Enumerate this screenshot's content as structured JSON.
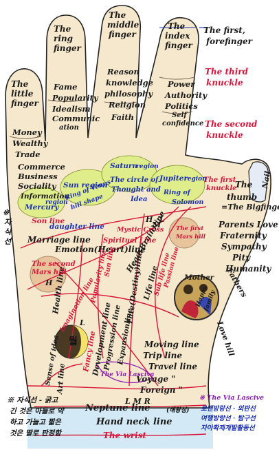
{
  "fingers": {
    "little": [
      "The",
      "little",
      "finger"
    ],
    "ring": [
      "The",
      "ring",
      "finger"
    ],
    "middle": [
      "The",
      "middle",
      "finger"
    ],
    "index": [
      "The",
      "index",
      "finger"
    ],
    "thumb": [
      "The",
      "thumb",
      "=The Bigfinger"
    ]
  },
  "finger_meanings": {
    "ring_top": [
      "Fame",
      "Popularity",
      "Idealism",
      "Communic",
      "ation"
    ],
    "middle_top": [
      "Reason",
      "knowledge",
      "philosophy",
      "Religion",
      "Faith"
    ],
    "index_top": [
      "Power",
      "Authority",
      "Politics",
      "Self",
      "confidence"
    ],
    "little_mid": [
      "Money",
      "Wealthy",
      "Trade"
    ],
    "little_base": [
      "Commerce",
      "Business",
      "Sociality",
      "Information"
    ]
  },
  "side_labels": {
    "first_forefinger": [
      "The first,",
      "forefinger"
    ],
    "third_knuckle": [
      "The third",
      "knuckle"
    ],
    "second_knuckle": [
      "The second",
      "knuckle"
    ],
    "first_knuckle": [
      "The first",
      "knuckle"
    ],
    "nail": "Nail"
  },
  "thumb_traits": [
    "Parents Love",
    "Fraternity",
    "Sympathy",
    "Pity",
    "Humanity"
  ],
  "regions": {
    "mercury": "Mercury",
    "sun": "Sun region",
    "saturn": "Saturn",
    "jupiter": "Jupiter",
    "region": "region",
    "ring_of_venus": [
      "Ring of Venus",
      "hill shape"
    ],
    "circle_thought": [
      "The circle of",
      "Thought and",
      "Idea"
    ],
    "ring_of_solomon": [
      "Ring of",
      "Solomon"
    ],
    "mercury_region_word": "region"
  },
  "lines": {
    "son": "Son line",
    "daughter": "daughter line",
    "marriage": "Marriage line",
    "emotion": "Emotion(Heart)line",
    "mystic": "Mystic Cross",
    "spiritual": "Spiritual Line",
    "sun": "Sun line",
    "head": "Head(Brain)line",
    "fate": "Fate(Destiny)line",
    "life": "Life line",
    "sub_life": "Sub life line",
    "passion": "Passion line",
    "popularity": "Popularity line",
    "health": "Health line",
    "imagination": "Imagination line",
    "fancy": "Fancy line",
    "development": "Development line",
    "progression": "Progression line",
    "expansion": "Expansionline",
    "sense_of_idea": "Sense of idea",
    "art": "Art line",
    "moving": "Moving line",
    "trip": "Trip line",
    "travel": "Travel line",
    "voyage": "Voyage \"",
    "foreign": "Foreign \"",
    "via_lasciva": "The Via Lasciva",
    "neptune": "Neptune line",
    "hand_neck": "Hand neck line",
    "wrist": "The wrist",
    "fathers_love": "Fathers",
    "love_hill": "Love hill",
    "mother": "Mother",
    "happy_family": [
      "Happy",
      "family"
    ]
  },
  "hills": {
    "first_mars": [
      "The first",
      "Mars hill"
    ],
    "second_mars": [
      "The second",
      "Mars hill"
    ],
    "h": "H",
    "m": "M",
    "l": "L",
    "moon": "월",
    "lmr": "L M R"
  },
  "korean": {
    "side_note": [
      "※",
      "자",
      "식",
      "선"
    ],
    "neptune_paren": "(해왕성)",
    "children_note": [
      "※ 자식선 - 굵고",
      "긴 것은 아들로 약",
      "하고 가늘고 짧은",
      "것은 딸로 판정함"
    ],
    "lasciva_title": "※ The Via Lascive",
    "lasciva_lines": [
      "로맨방랑선 · 외판선",
      "여행방랑선 · 탐구선",
      "자아확제계발활동선"
    ]
  }
}
